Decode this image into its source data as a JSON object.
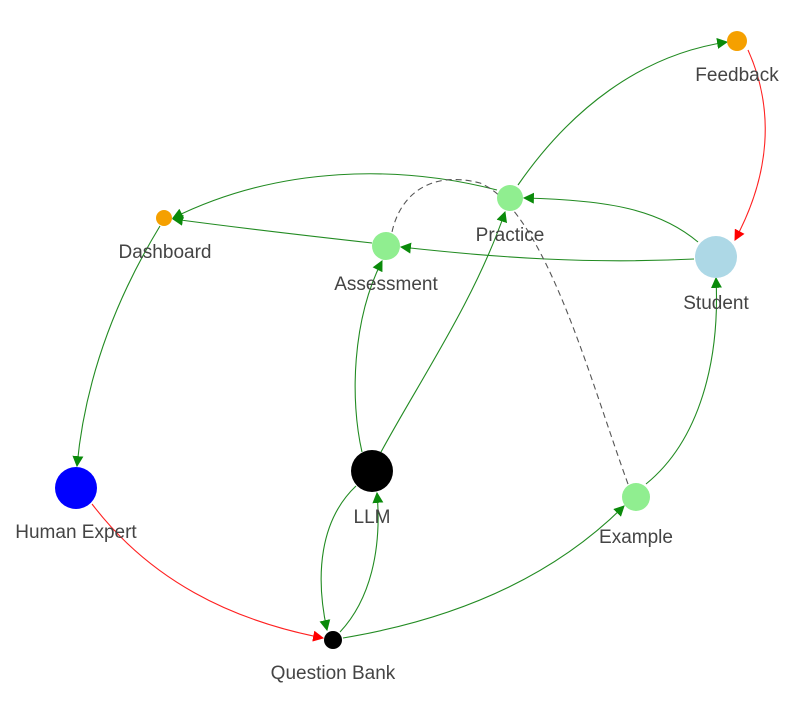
{
  "nodes": [
    {
      "id": "feedback",
      "label": "Feedback",
      "color": "#f5a000"
    },
    {
      "id": "practice",
      "label": "Practice",
      "color": "#90ee90"
    },
    {
      "id": "dashboard",
      "label": "Dashboard",
      "color": "#f5a000"
    },
    {
      "id": "assessment",
      "label": "Assessment",
      "color": "#90ee90"
    },
    {
      "id": "student",
      "label": "Student",
      "color": "#add8e6"
    },
    {
      "id": "llm",
      "label": "LLM",
      "color": "#000000"
    },
    {
      "id": "human-expert",
      "label": "Human Expert",
      "color": "#0000ff"
    },
    {
      "id": "example",
      "label": "Example",
      "color": "#90ee90"
    },
    {
      "id": "question-bank",
      "label": "Question Bank",
      "color": "#000000"
    }
  ],
  "edges": [
    {
      "from": "practice",
      "to": "feedback",
      "color": "#228b22",
      "style": "solid"
    },
    {
      "from": "feedback",
      "to": "student",
      "color": "#ff2020",
      "style": "solid"
    },
    {
      "from": "student",
      "to": "practice",
      "color": "#228b22",
      "style": "solid"
    },
    {
      "from": "student",
      "to": "assessment",
      "color": "#228b22",
      "style": "solid"
    },
    {
      "from": "practice",
      "to": "dashboard",
      "color": "#228b22",
      "style": "solid"
    },
    {
      "from": "assessment",
      "to": "dashboard",
      "color": "#228b22",
      "style": "solid"
    },
    {
      "from": "dashboard",
      "to": "human-expert",
      "color": "#228b22",
      "style": "solid"
    },
    {
      "from": "human-expert",
      "to": "question-bank",
      "color": "#ff2020",
      "style": "solid"
    },
    {
      "from": "llm",
      "to": "assessment",
      "color": "#228b22",
      "style": "solid"
    },
    {
      "from": "llm",
      "to": "practice",
      "color": "#228b22",
      "style": "solid"
    },
    {
      "from": "llm",
      "to": "question-bank",
      "color": "#228b22",
      "style": "solid"
    },
    {
      "from": "question-bank",
      "to": "llm",
      "color": "#228b22",
      "style": "solid"
    },
    {
      "from": "question-bank",
      "to": "example",
      "color": "#228b22",
      "style": "solid"
    },
    {
      "from": "example",
      "to": "student",
      "color": "#228b22",
      "style": "solid"
    },
    {
      "from": "example",
      "to": "assessment",
      "color": "#555555",
      "style": "dashed"
    }
  ]
}
